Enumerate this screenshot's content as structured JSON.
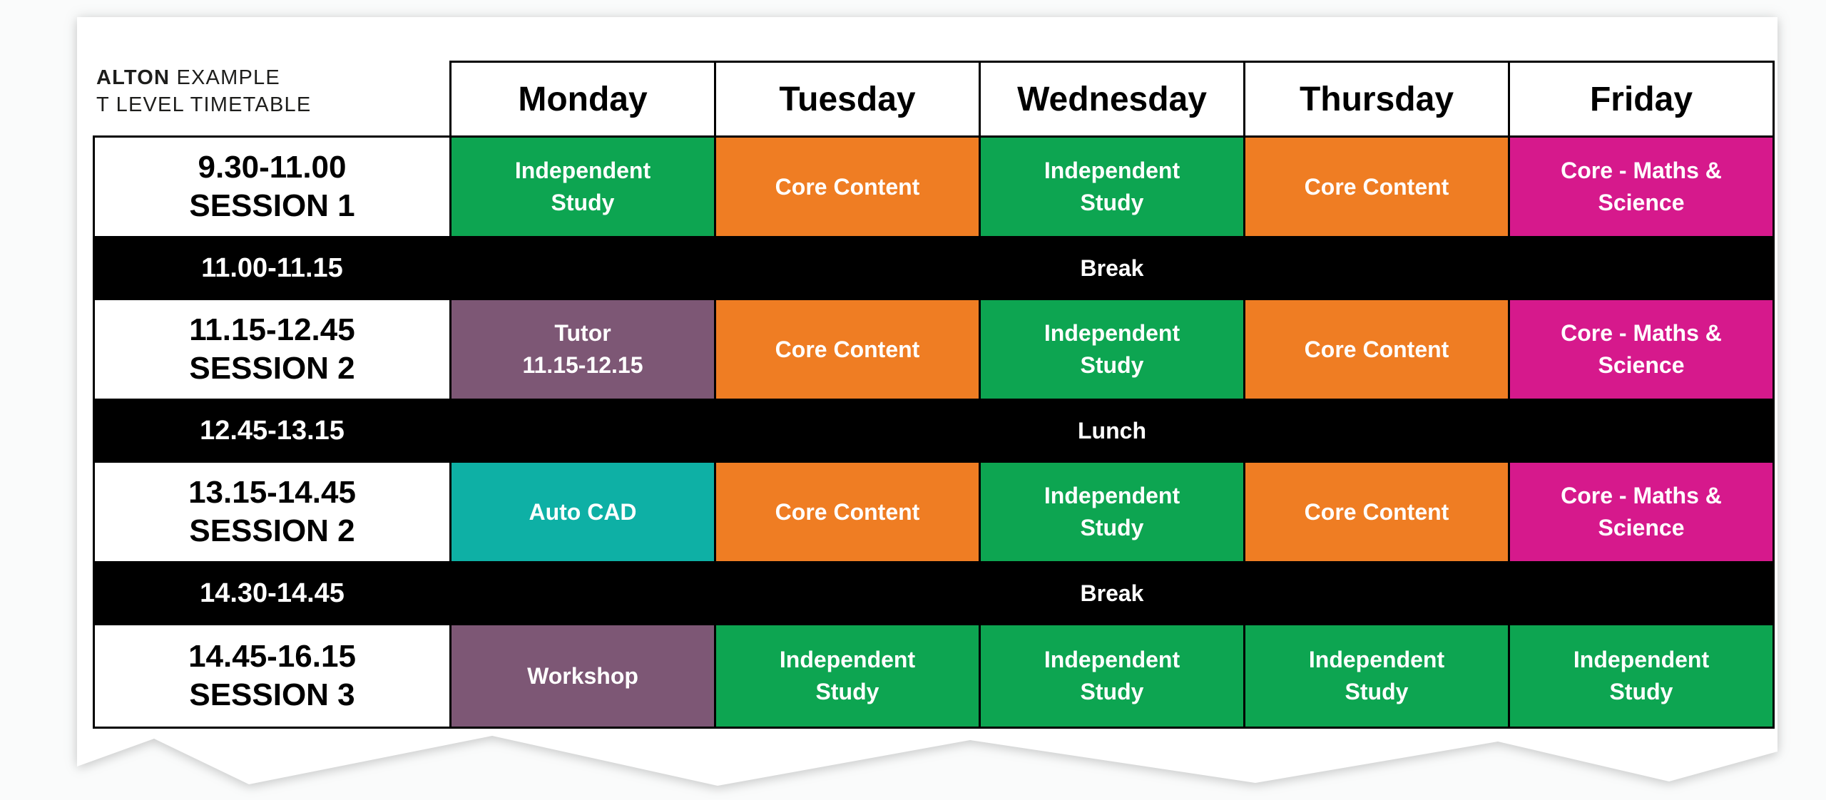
{
  "title": {
    "brand": "ALTON",
    "brand_suffix": " EXAMPLE",
    "line2": "T LEVEL TIMETABLE"
  },
  "days": [
    "Monday",
    "Tuesday",
    "Wednesday",
    "Thursday",
    "Friday"
  ],
  "colors": {
    "green": "#0DA551",
    "orange": "#EF7D23",
    "magenta": "#D6198C",
    "purple": "#7D5775",
    "teal": "#0EB0A5",
    "break_band": "#000000",
    "cell_text": "#FFFFFF",
    "time_text": "#000000"
  },
  "rows": [
    {
      "type": "session",
      "time": "9.30-11.00",
      "session": "SESSION 1",
      "cells": [
        {
          "label": "Independent Study",
          "color": "green"
        },
        {
          "label": "Core Content",
          "color": "orange"
        },
        {
          "label": "Independent Study",
          "color": "green"
        },
        {
          "label": "Core Content",
          "color": "orange"
        },
        {
          "label": "Core - Maths & Science",
          "color": "magenta"
        }
      ]
    },
    {
      "type": "break",
      "time": "11.00-11.15",
      "label": "Break"
    },
    {
      "type": "session",
      "time": "11.15-12.45",
      "session": "SESSION 2",
      "cells": [
        {
          "label": "Tutor",
          "sub": "11.15-12.15",
          "color": "purple"
        },
        {
          "label": "Core Content",
          "color": "orange"
        },
        {
          "label": "Independent Study",
          "color": "green"
        },
        {
          "label": "Core Content",
          "color": "orange"
        },
        {
          "label": "Core - Maths & Science",
          "color": "magenta"
        }
      ]
    },
    {
      "type": "break",
      "time": "12.45-13.15",
      "label": "Lunch"
    },
    {
      "type": "session",
      "time": "13.15-14.45",
      "session": "SESSION 2",
      "cells": [
        {
          "label": "Auto CAD",
          "color": "teal"
        },
        {
          "label": "Core Content",
          "color": "orange"
        },
        {
          "label": "Independent Study",
          "color": "green"
        },
        {
          "label": "Core Content",
          "color": "orange"
        },
        {
          "label": "Core - Maths & Science",
          "color": "magenta"
        }
      ]
    },
    {
      "type": "break",
      "time": "14.30-14.45",
      "label": "Break"
    },
    {
      "type": "session",
      "time": "14.45-16.15",
      "session": "SESSION 3",
      "cells": [
        {
          "label": "Workshop",
          "color": "purple"
        },
        {
          "label": "Independent Study",
          "color": "green"
        },
        {
          "label": "Independent Study",
          "color": "green"
        },
        {
          "label": "Independent Study",
          "color": "green"
        },
        {
          "label": "Independent Study",
          "color": "green"
        }
      ]
    }
  ]
}
